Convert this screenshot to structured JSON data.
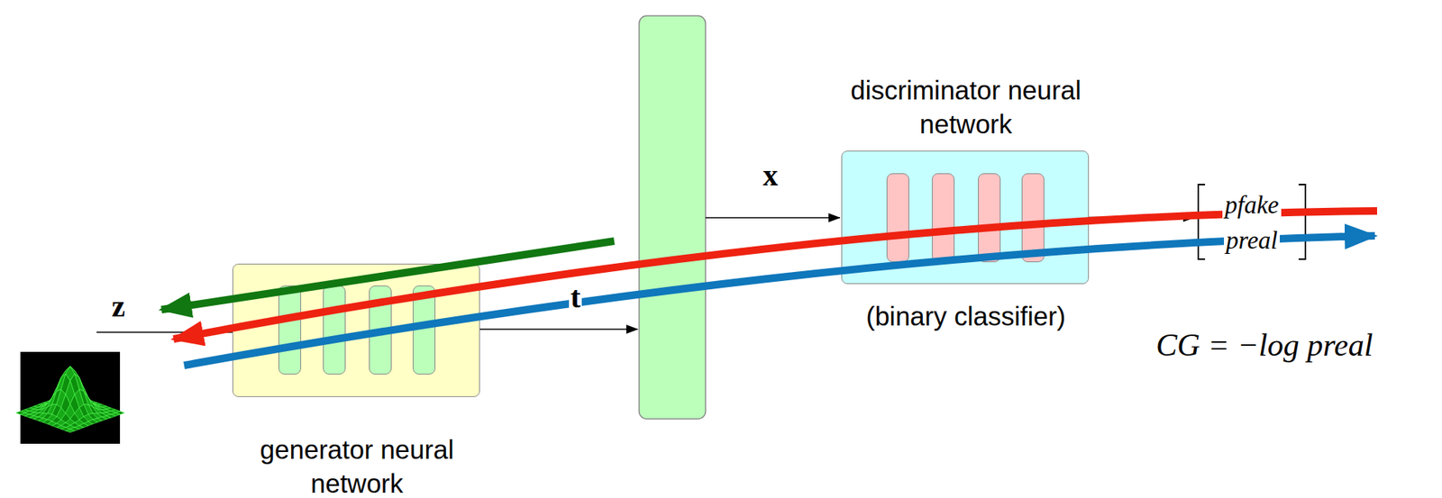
{
  "diagram": {
    "nodes": [
      {
        "text": [
          "generator neural network"
        ]
      },
      {
        "text": [
          "discriminator neural network",
          "(binary classifier)"
        ]
      },
      {
        "text": [
          "pfake",
          "preal"
        ]
      }
    ],
    "edges": [
      {
        "from": 1,
        "to": 2,
        "arrow": "to"
      }
    ],
    "labels": [
      "z",
      "t",
      "x",
      "CG = −log preal"
    ]
  }
}
